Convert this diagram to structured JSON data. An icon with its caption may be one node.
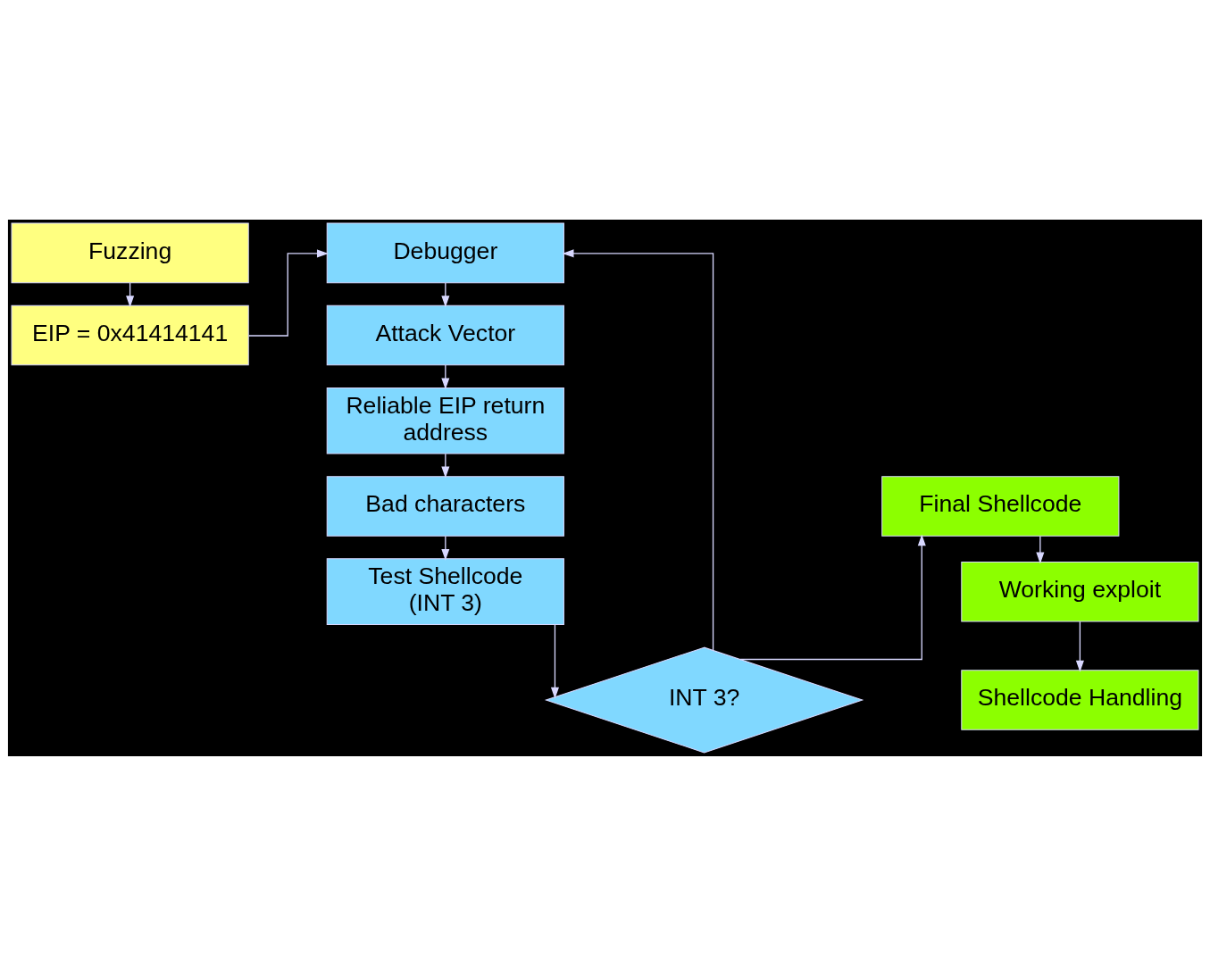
{
  "diagram": {
    "nodes": [
      {
        "text": [
          "Fuzzing"
        ]
      },
      {
        "text": [
          "EIP = 0x41414141"
        ]
      },
      {
        "text": [
          "Debugger"
        ]
      },
      {
        "text": [
          "Attack Vector"
        ]
      },
      {
        "text": [
          "Reliable EIP return address"
        ]
      },
      {
        "text": [
          "Bad characters"
        ]
      },
      {
        "text": [
          "Test Shellcode (INT 3)"
        ]
      },
      {
        "text": [
          "INT 3?"
        ]
      },
      {
        "text": [
          "Final Shellcode"
        ]
      },
      {
        "text": [
          "Working exploit"
        ]
      },
      {
        "text": [
          "Shellcode Handling"
        ]
      }
    ],
    "edges": [
      {
        "from": 0,
        "to": 1,
        "arrow": "to"
      },
      {
        "from": 1,
        "to": 2,
        "arrow": "to"
      },
      {
        "from": 2,
        "to": 3,
        "arrow": "to"
      },
      {
        "from": 3,
        "to": 4,
        "arrow": "to"
      },
      {
        "from": 4,
        "to": 5,
        "arrow": "to"
      },
      {
        "from": 5,
        "to": 6,
        "arrow": "to"
      },
      {
        "from": 6,
        "to": 7,
        "arrow": "to"
      },
      {
        "from": 7,
        "to": 8,
        "arrow": "to"
      },
      {
        "from": 9,
        "to": 10,
        "arrow": "to"
      },
      {
        "from": 8,
        "to": 9,
        "arrow": "to"
      },
      {
        "from": 7,
        "to": 2,
        "arrow": "to"
      }
    ]
  }
}
